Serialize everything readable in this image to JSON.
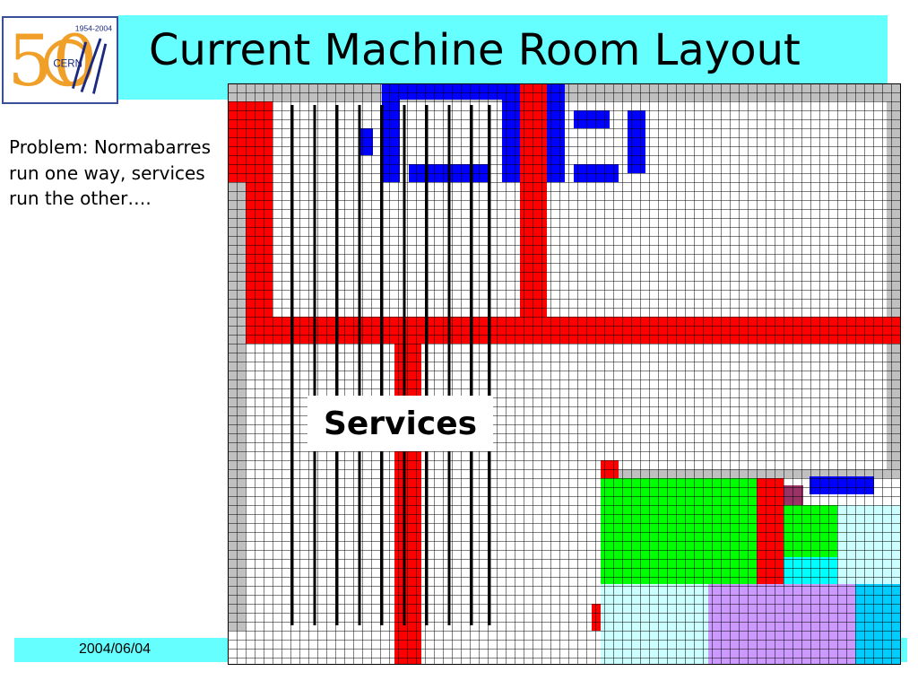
{
  "header": {
    "title": "Current Machine Room Layout",
    "accent_color": "#66ffff"
  },
  "logo": {
    "name": "cern-50-years-logo",
    "years": "1954-2004",
    "org": "CERN",
    "number": "50"
  },
  "problem_text": "Problem: Normabarres run one way, services run the other….",
  "diagram": {
    "services_label": "Services",
    "colors": {
      "wall": "#c0c0c0",
      "services": "#ff0000",
      "racks": "#0000ff",
      "green_zone": "#00ff00",
      "cyan_zone": "#00ffff",
      "light_cyan_zone": "#ccffff",
      "purple_zone": "#cc99ff",
      "blue_zone": "#00ccff",
      "maroon_block": "#993366",
      "normabarre": "#000000"
    }
  },
  "footer": {
    "date": "2004/06/04"
  }
}
